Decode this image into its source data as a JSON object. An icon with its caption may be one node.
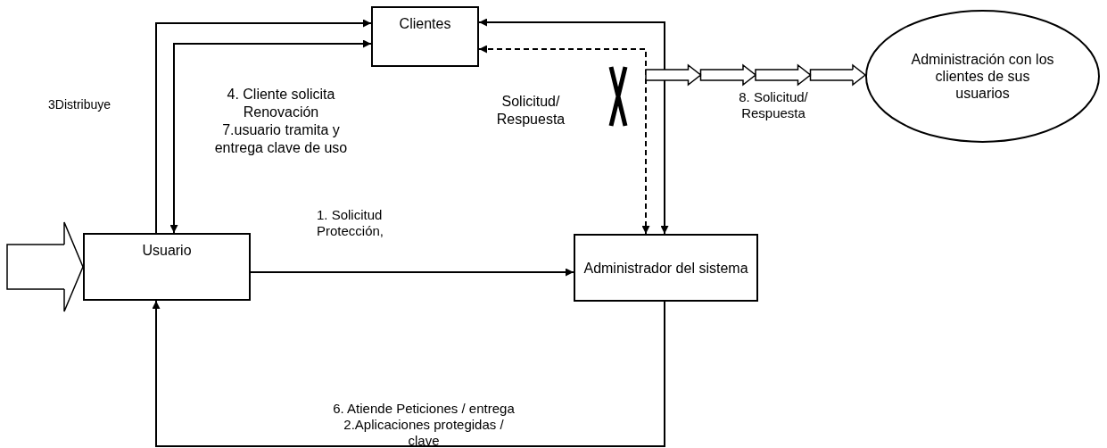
{
  "diagram": {
    "nodes": [
      {
        "text": [
          "Clientes"
        ]
      },
      {
        "text": [
          "Usuario"
        ]
      },
      {
        "text": [
          "Administrador del sistema"
        ]
      },
      {
        "text": [
          "Administración con los clientes de sus usuarios"
        ]
      }
    ],
    "edges": [
      {
        "from": 1,
        "to": 0,
        "arrow": "to"
      },
      {
        "from": 0,
        "to": 1,
        "arrow": "both"
      },
      {
        "from": 0,
        "to": 2,
        "arrow": "both"
      },
      {
        "from": 0,
        "to": 2,
        "arrow": "both",
        "style": "dashed"
      },
      {
        "from": 1,
        "to": 2,
        "arrow": "to",
        "label": "1. Solicitud Protección,"
      },
      {
        "from": 2,
        "to": 1,
        "arrow": "to",
        "label": "6. Atiende Peticiones / entrega 2.Aplicaciones  protegidas / clave"
      },
      {
        "from": null,
        "to": 1,
        "arrow": "to"
      },
      {
        "from": null,
        "to": 3,
        "arrow": "to",
        "label": "8. Solicitud/ Respuesta"
      }
    ],
    "labels": [
      "3Distribuye",
      "4. Cliente solicita Renovación 7.usuario tramita y entrega clave de uso",
      "Solicitud/ Respuesta"
    ]
  }
}
